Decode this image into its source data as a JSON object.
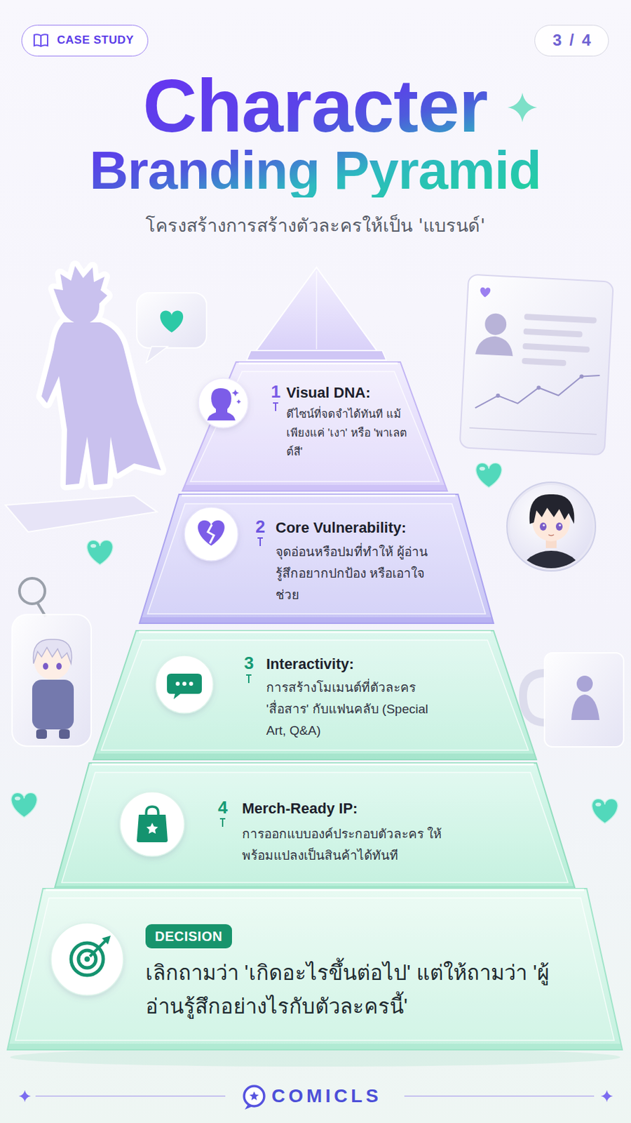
{
  "diagram": {
    "title": "Character Branding Pyramid",
    "caption": "โครงสร้างการสร้างตัวละครให้เป็น 'แบรนด์'",
    "nodes": [
      {
        "text": [
          "CASE STUDY"
        ]
      },
      {
        "text": [
          "3 / 4"
        ]
      },
      {
        "text": [
          "1",
          "Visual DNA:",
          "ดีไซน์ที่จดจำได้ทันที แม้เพียงแค่ 'เงา' หรือ 'พาเลตต์สี'"
        ]
      },
      {
        "text": [
          "2",
          "Core Vulnerability:",
          "จุดอ่อนหรือปมที่ทำให้ ผู้อ่านรู้สึกอยากปกป้อง หรือเอาใจช่วย"
        ]
      },
      {
        "text": [
          "3",
          "Interactivity:",
          "การสร้างโมเมนต์ที่ตัวละคร 'สื่อสาร' กับแฟนคลับ (Special Art, Q&A)"
        ]
      },
      {
        "text": [
          "4",
          "Merch-Ready IP:",
          "การออกแบบองค์ประกอบตัวละคร ให้พร้อมแปลงเป็นสินค้าได้ทันที"
        ]
      },
      {
        "text": [
          "เลิกถามว่า 'เกิดอะไรขึ้นต่อไป' แต่ให้ถามว่า 'ผู้อ่านรู้สึกอย่างไรกับตัวละครนี้'"
        ]
      },
      {
        "text": [
          "DECISION"
        ],
        "in": 6
      }
    ],
    "labels": [
      "COMICLS"
    ]
  }
}
